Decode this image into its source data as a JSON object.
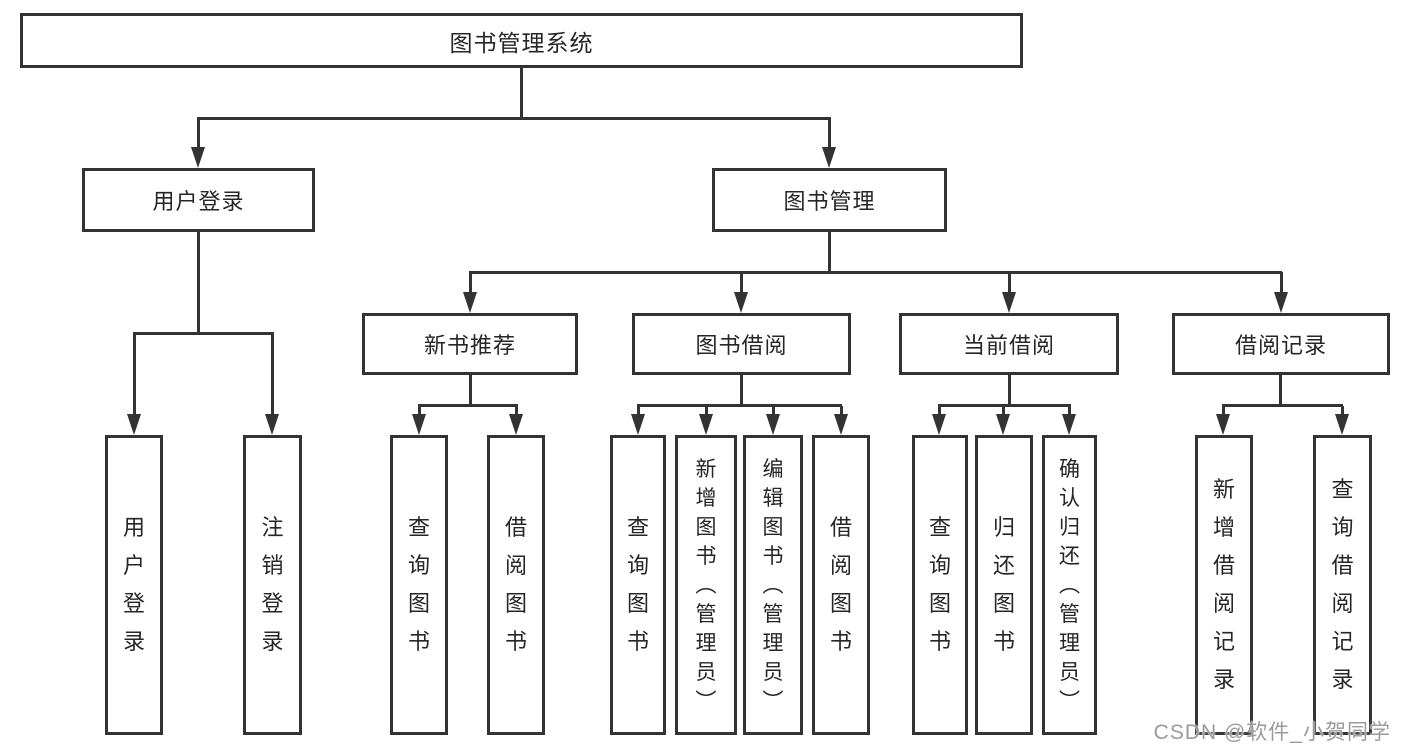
{
  "diagram": {
    "root": {
      "label": "图书管理系统"
    },
    "level2": [
      {
        "id": "user-login",
        "label": "用户登录"
      },
      {
        "id": "book-management",
        "label": "图书管理"
      }
    ],
    "level3": [
      {
        "id": "new-book-recommend",
        "label": "新书推荐",
        "parent": "图书管理"
      },
      {
        "id": "book-borrow",
        "label": "图书借阅",
        "parent": "图书管理"
      },
      {
        "id": "current-borrow",
        "label": "当前借阅",
        "parent": "图书管理"
      },
      {
        "id": "borrow-records",
        "label": "借阅记录",
        "parent": "图书管理"
      }
    ],
    "leaves": [
      {
        "label": "用户登录",
        "parent": "用户登录"
      },
      {
        "label": "注销登录",
        "parent": "用户登录"
      },
      {
        "label": "查询图书",
        "parent": "新书推荐"
      },
      {
        "label": "借阅图书",
        "parent": "新书推荐"
      },
      {
        "label": "查询图书",
        "parent": "图书借阅"
      },
      {
        "label": "新增图书（管理员）",
        "parent": "图书借阅"
      },
      {
        "label": "编辑图书（管理员）",
        "parent": "图书借阅"
      },
      {
        "label": "借阅图书",
        "parent": "图书借阅"
      },
      {
        "label": "查询图书",
        "parent": "当前借阅"
      },
      {
        "label": "归还图书",
        "parent": "当前借阅"
      },
      {
        "label": "确认归还（管理员）",
        "parent": "当前借阅"
      },
      {
        "label": "新增借阅记录",
        "parent": "借阅记录"
      },
      {
        "label": "查询借阅记录",
        "parent": "借阅记录"
      }
    ]
  },
  "watermark": {
    "text": "CSDN @软件_小贺同学"
  },
  "colors": {
    "line": "#333333",
    "text": "#262626",
    "watermark": "#9b9b9b",
    "background": "#ffffff"
  }
}
